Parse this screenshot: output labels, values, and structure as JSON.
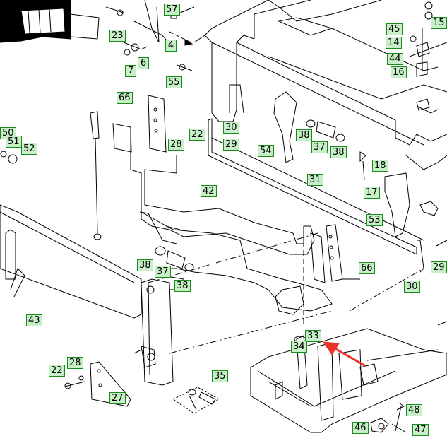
{
  "diagram": {
    "colors": {
      "line": "#000000",
      "callout_fill": "#c8f0c8",
      "callout_border": "#1a8a1a",
      "arrow": "#e8332a"
    },
    "callouts": [
      {
        "id": "c57",
        "label": "57"
      },
      {
        "id": "c23",
        "label": "23"
      },
      {
        "id": "c4",
        "label": "4"
      },
      {
        "id": "c6",
        "label": "6"
      },
      {
        "id": "c7",
        "label": "7"
      },
      {
        "id": "c55",
        "label": "55"
      },
      {
        "id": "c45",
        "label": "45"
      },
      {
        "id": "c14",
        "label": "14"
      },
      {
        "id": "c15",
        "label": "15"
      },
      {
        "id": "c44",
        "label": "44"
      },
      {
        "id": "c16",
        "label": "16"
      },
      {
        "id": "c66a",
        "label": "66"
      },
      {
        "id": "c22a",
        "label": "22"
      },
      {
        "id": "c30a",
        "label": "30"
      },
      {
        "id": "c28a",
        "label": "28"
      },
      {
        "id": "c29a",
        "label": "29"
      },
      {
        "id": "c38a",
        "label": "38"
      },
      {
        "id": "c37a",
        "label": "37"
      },
      {
        "id": "c38b",
        "label": "38"
      },
      {
        "id": "c54",
        "label": "54"
      },
      {
        "id": "c18",
        "label": "18"
      },
      {
        "id": "c50",
        "label": "50"
      },
      {
        "id": "c51",
        "label": "51"
      },
      {
        "id": "c52",
        "label": "52"
      },
      {
        "id": "c31",
        "label": "31"
      },
      {
        "id": "c17",
        "label": "17"
      },
      {
        "id": "c42",
        "label": "42"
      },
      {
        "id": "c53",
        "label": "53"
      },
      {
        "id": "c38c",
        "label": "38"
      },
      {
        "id": "c37b",
        "label": "37"
      },
      {
        "id": "c38d",
        "label": "38"
      },
      {
        "id": "c66b",
        "label": "66"
      },
      {
        "id": "c29b",
        "label": "29"
      },
      {
        "id": "c30b",
        "label": "30"
      },
      {
        "id": "c43",
        "label": "43"
      },
      {
        "id": "c33",
        "label": "33"
      },
      {
        "id": "c34",
        "label": "34"
      },
      {
        "id": "c22b",
        "label": "22"
      },
      {
        "id": "c28b",
        "label": "28"
      },
      {
        "id": "c35",
        "label": "35"
      },
      {
        "id": "c27",
        "label": "27"
      },
      {
        "id": "c48",
        "label": "48"
      },
      {
        "id": "c46",
        "label": "46"
      },
      {
        "id": "c47",
        "label": "47"
      }
    ]
  }
}
